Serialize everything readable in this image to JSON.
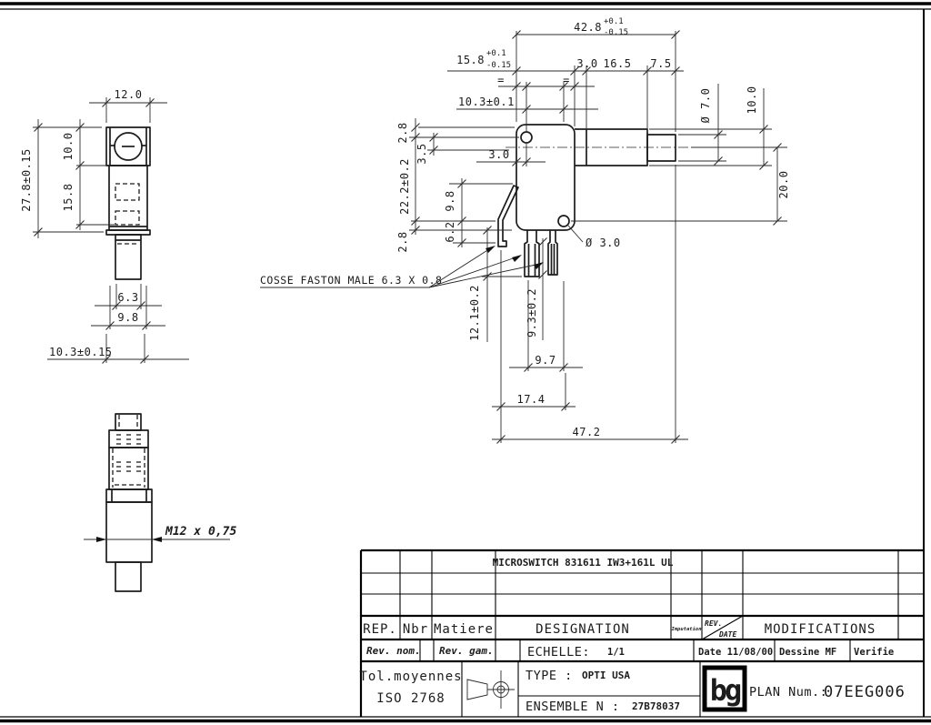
{
  "views": {
    "front": {
      "dims": {
        "width_top": "12.0",
        "height_top": "10.0",
        "height_mid": "15.8",
        "height_total": "27.8±0.15",
        "width_hex": "6.3",
        "width_lower": "9.8",
        "width_bottom": "10.3±0.15"
      }
    },
    "thread": {
      "label": "M12 x 0,75"
    },
    "main": {
      "dims": {
        "total_w_v": "42.8",
        "total_w_p": "+0.1",
        "total_w_m": "-0.15",
        "body_w_v": "15.8",
        "body_w_p": "+0.1",
        "body_w_m": "-0.15",
        "step1": "3.0",
        "step2": "16.5",
        "step3": "7.5",
        "hole_pitch": "10.3±0.1",
        "eq": "=",
        "hole_off": "3.0",
        "plunger_dia": "Ø 7.0",
        "barrel_h": "10.0",
        "axis_off": "20.0",
        "edge_top": "2.8",
        "slot": "3.5",
        "pitch_v": "22.2±0.2",
        "lever_a": "9.8",
        "lever_b": "6.2",
        "edge_bot": "2.8",
        "hole_dia": "Ø 3.0",
        "term_len": "12.1±0.2",
        "term_mid": "9.3±0.2",
        "term_span": "9.7",
        "term_off": "17.4",
        "total_len": "47.2"
      },
      "faston_label": "COSSE FASTON MALE 6.3 X 0.8"
    }
  },
  "title_block": {
    "designation_value": "MICROSWITCH 831611 IW3+161L UL",
    "col_rep": "REP.",
    "col_nbr": "Nbr",
    "col_matiere": "Matiere",
    "col_designation": "DESIGNATION",
    "col_imputation": "Imputation",
    "rev": "REV.",
    "date": "DATE",
    "col_modifications": "MODIFICATIONS",
    "rev_nom": "Rev. nom.",
    "rev_gam": "Rev. gam.",
    "echelle_label": "ECHELLE:",
    "echelle_value": "1/1",
    "date_value": "Date 11/08/00",
    "dessine": "Dessine MF",
    "verifie": "Verifie",
    "tol_line1": "Tol.moyennes",
    "tol_line2": "ISO 2768",
    "type_label": "TYPE :",
    "type_value": "OPTI USA",
    "ensemble_label": "ENSEMBLE N :",
    "ensemble_value": "27B78037",
    "logo": "bg",
    "plan_label": "PLAN Num.:",
    "plan_value": "07EEG006"
  }
}
